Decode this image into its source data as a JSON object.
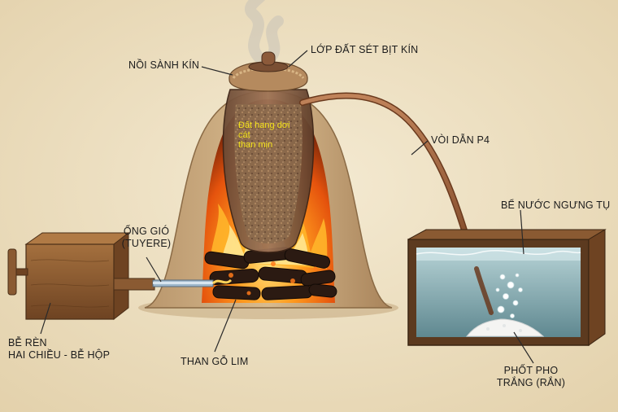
{
  "labels": {
    "sealed_pot": "NỒI SÀNH KÍN",
    "clay_seal": "LỚP ĐẤT SÉT BỊT KÍN",
    "p4_pipe": "VÒI DẪN P4",
    "condense_tank": "BỂ NƯỚC NGƯNG TỤ",
    "tuyere_line1": "ỐNG GIÓ",
    "tuyere_line2": "(TUYERE)",
    "bellows_line1": "BỄ RÈN",
    "bellows_line2": "HAI CHIỀU - BỄ HỘP",
    "charcoal": "THAN GỖ LIM",
    "phosphorus_line1": "PHỐT PHO",
    "phosphorus_line2": "TRẮNG (RẮN)"
  },
  "pot_contents": {
    "line1": "Đất hang dơi",
    "line2": "cát",
    "line3": "than mịn"
  },
  "colors": {
    "background": "#efe3c7",
    "label_text": "#1c1c1c",
    "inner_text": "#f3e21b",
    "fire": "#f06a10",
    "water": "#7aa0a8",
    "clay": "#b7885c",
    "wood": "#8a5a32"
  },
  "icons": [
    "fire-icon",
    "smoke-icon",
    "bubbles-icon"
  ]
}
